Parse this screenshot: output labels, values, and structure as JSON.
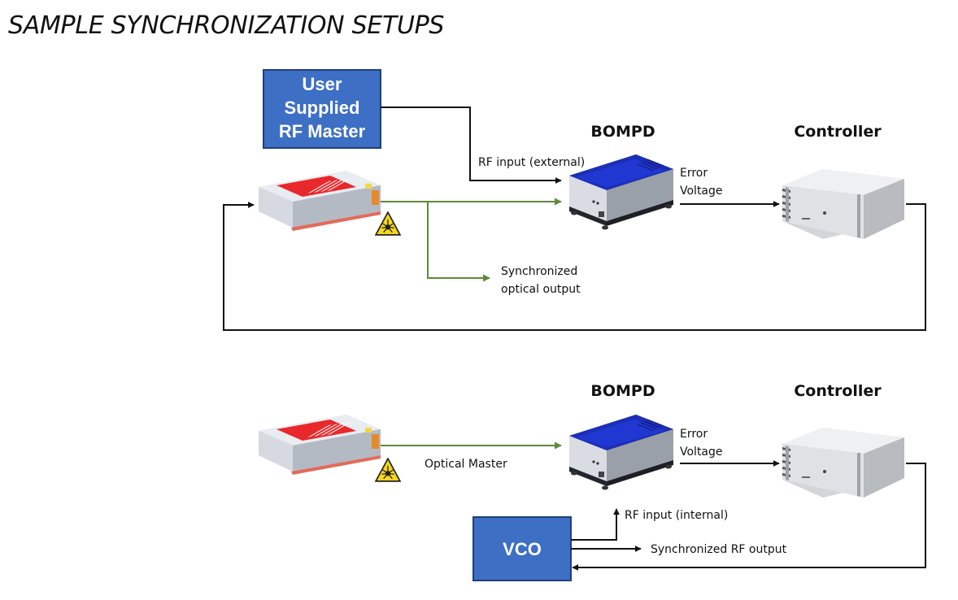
{
  "title": "SAMPLE SYNCHRONIZATION SETUPS",
  "colors": {
    "box_fill": "#3d6fc4",
    "box_border": "#1f3f7a",
    "optical_line": "#5c8a3a",
    "electrical_line": "#111111",
    "laser_accent": "#e8282b",
    "bompd_top": "#1b2fb8"
  },
  "setup1": {
    "rf_master_lines": [
      "User",
      "Supplied",
      "RF Master"
    ],
    "bompd_label": "BOMPD",
    "controller_label": "Controller",
    "rf_input_label": "RF input (external)",
    "error_voltage_lines": [
      "Error",
      "Voltage"
    ],
    "sync_output_lines": [
      "Synchronized",
      "optical output"
    ]
  },
  "setup2": {
    "bompd_label": "BOMPD",
    "controller_label": "Controller",
    "optical_master_label": "Optical Master",
    "error_voltage_lines": [
      "Error",
      "Voltage"
    ],
    "rf_input_label": "RF input (internal)",
    "vco_label": "VCO",
    "sync_rf_output_label": "Synchronized  RF output"
  }
}
